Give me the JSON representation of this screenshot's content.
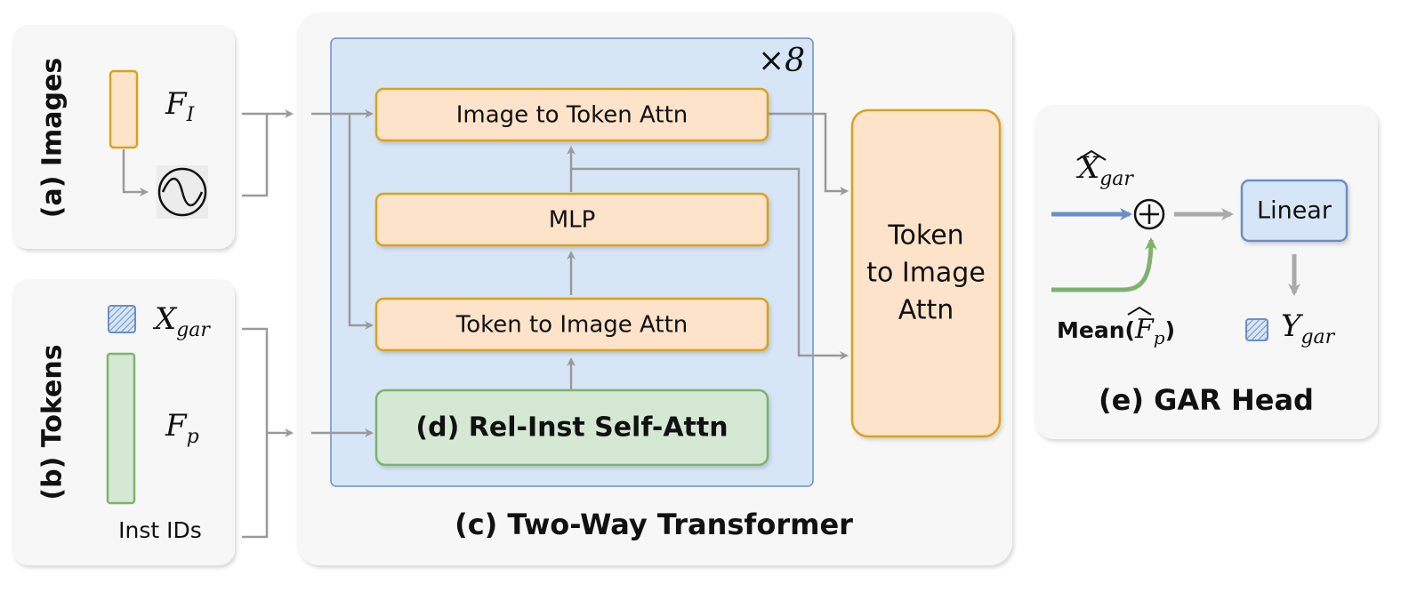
{
  "panels": {
    "images": {
      "title": "(a) Images",
      "feature_label": "F",
      "feature_sub": "I"
    },
    "tokens": {
      "title": "(b) Tokens",
      "xgar_label": "X",
      "xgar_sub": "gar",
      "fp_label": "F",
      "fp_sub": "p",
      "inst_ids": "Inst IDs"
    },
    "transformer": {
      "title": "(c) Two-Way Transformer",
      "repeat": "×8",
      "image_to_token": "Image to Token Attn",
      "mlp": "MLP",
      "token_to_image": "Token to Image Attn",
      "self_attn": "(d) Rel-Inst Self-Attn",
      "final_block": [
        "Token",
        "to Image",
        "Attn"
      ]
    },
    "gar_head": {
      "title": "(e) GAR Head",
      "xhat_label": "X",
      "xhat_sub": "gar",
      "plus": "⊕",
      "mean_prefix": "Mean(",
      "mean_var": "F",
      "mean_sub": "p",
      "mean_suffix": ")",
      "linear": "Linear",
      "y_label": "Y",
      "y_sub": "gar"
    }
  },
  "colors": {
    "orange_fill": "#fde3c9",
    "orange_stroke": "#d9a21b",
    "green_fill": "#d4e8d3",
    "green_stroke": "#7fb26f",
    "blue_fill": "#d7e6f7",
    "blue_stroke": "#6b8fc6",
    "gray_arrow": "#9a9a9a"
  },
  "icons": [
    "sinusoid-positional-encoding-icon",
    "hatched-token-icon"
  ]
}
